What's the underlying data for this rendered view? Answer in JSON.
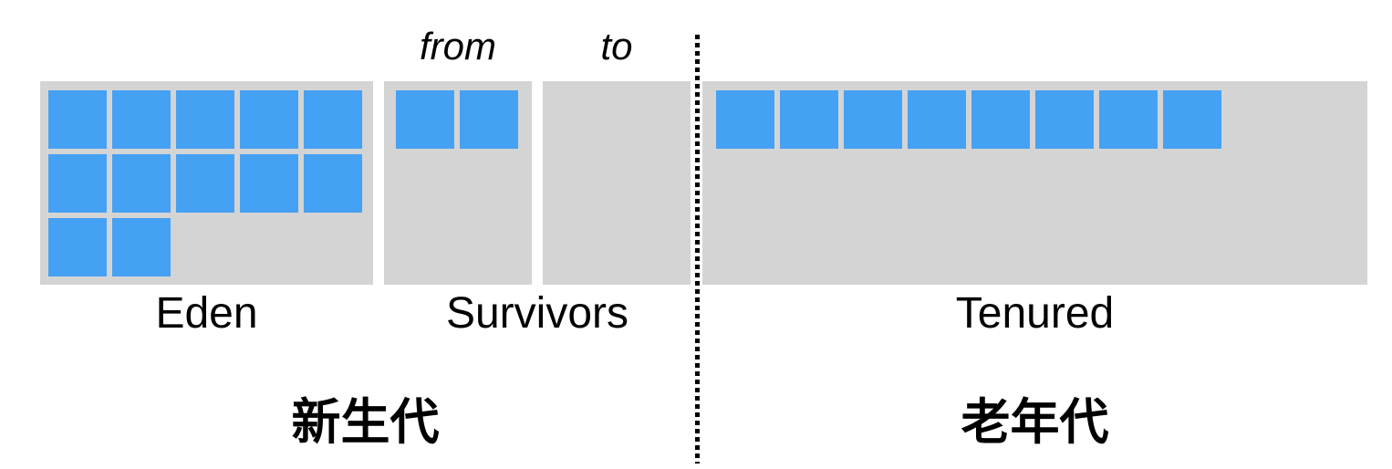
{
  "colors": {
    "region_bg": "#d4d4d4",
    "object_cell": "#45a1f4",
    "text": "#000000"
  },
  "young_generation": {
    "label_zh": "新生代",
    "eden": {
      "label": "Eden",
      "cells": 12,
      "cells_per_row": 5
    },
    "survivors_label": "Survivors",
    "survivor_from": {
      "label": "from",
      "cells": 2
    },
    "survivor_to": {
      "label": "to",
      "cells": 0
    }
  },
  "old_generation": {
    "label_zh": "老年代",
    "tenured": {
      "label": "Tenured",
      "cells": 8
    }
  }
}
